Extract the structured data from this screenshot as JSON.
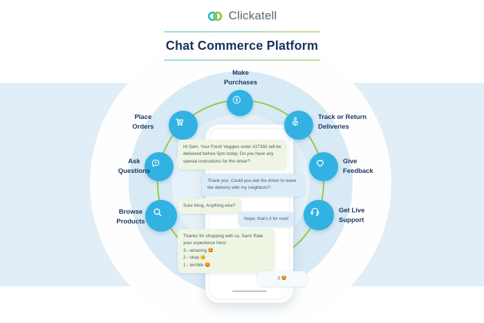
{
  "header": {
    "logo_text": "Clickatell",
    "title": "Chat Commerce Platform"
  },
  "colors": {
    "accent_teal": "#31b2e2",
    "accent_green": "#95c83e",
    "navy_text": "#16325c",
    "band_blue": "#e1eef7",
    "inner_ring_blue": "#d8eaf5",
    "bot_bubble": "#eef5e2",
    "user_bubble": "#d9ecf8"
  },
  "diagram": {
    "nodes": [
      {
        "label": "Make\nPurchases",
        "icon": "dollar-icon"
      },
      {
        "label": "Place\nOrders",
        "icon": "cart-icon"
      },
      {
        "label": "Track or Return\nDeliveries",
        "icon": "package-icon"
      },
      {
        "label": "Ask\nQuestions",
        "icon": "question-bubble-icon"
      },
      {
        "label": "Give\nFeedback",
        "icon": "heart-icon"
      },
      {
        "label": "Browse\nProducts",
        "icon": "search-icon"
      },
      {
        "label": "Get Live\nSupport",
        "icon": "headset-icon"
      }
    ]
  },
  "chat": {
    "messages": [
      {
        "from": "bot",
        "text": "Hi Sam. Your Fresh Veggies order #27392 will be delivered before 5pm today. Do you have any special instructions for the driver?"
      },
      {
        "from": "user",
        "text": "Thank you. Could you ask the driver to leave the delivery with my neighbors?"
      },
      {
        "from": "bot",
        "text": "Sure thing. Anything else?"
      },
      {
        "from": "user",
        "text": "Nope, that's it for now!"
      },
      {
        "from": "bot",
        "text": "Thanks for shopping with us, Sam! Rate your experience here:\n3 - amazing 🤩\n2 - okay 😐\n1 - terrible 😡"
      },
      {
        "from": "user",
        "text": "3 🤩"
      }
    ]
  }
}
